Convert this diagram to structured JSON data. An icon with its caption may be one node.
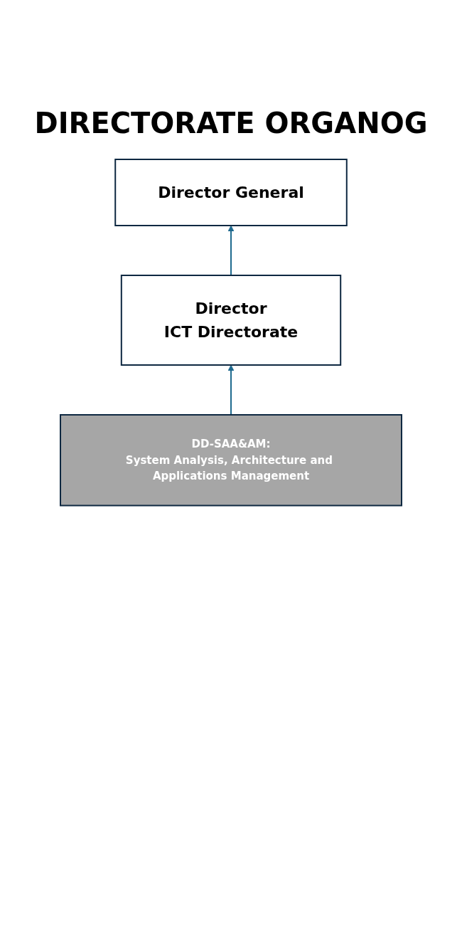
{
  "diagram": {
    "title": "DIRECTORATE ORGANOG",
    "nodes": [
      {
        "text": [
          "Director General"
        ]
      },
      {
        "text": [
          "Director",
          "ICT Directorate"
        ]
      },
      {
        "text": [
          "DD-SAA&AM:",
          "System Analysis, Architecture and Applications Management"
        ]
      }
    ],
    "edges": [
      {
        "from": 1,
        "to": 0,
        "arrow": "to"
      },
      {
        "from": 2,
        "to": 1,
        "arrow": "to"
      }
    ]
  }
}
